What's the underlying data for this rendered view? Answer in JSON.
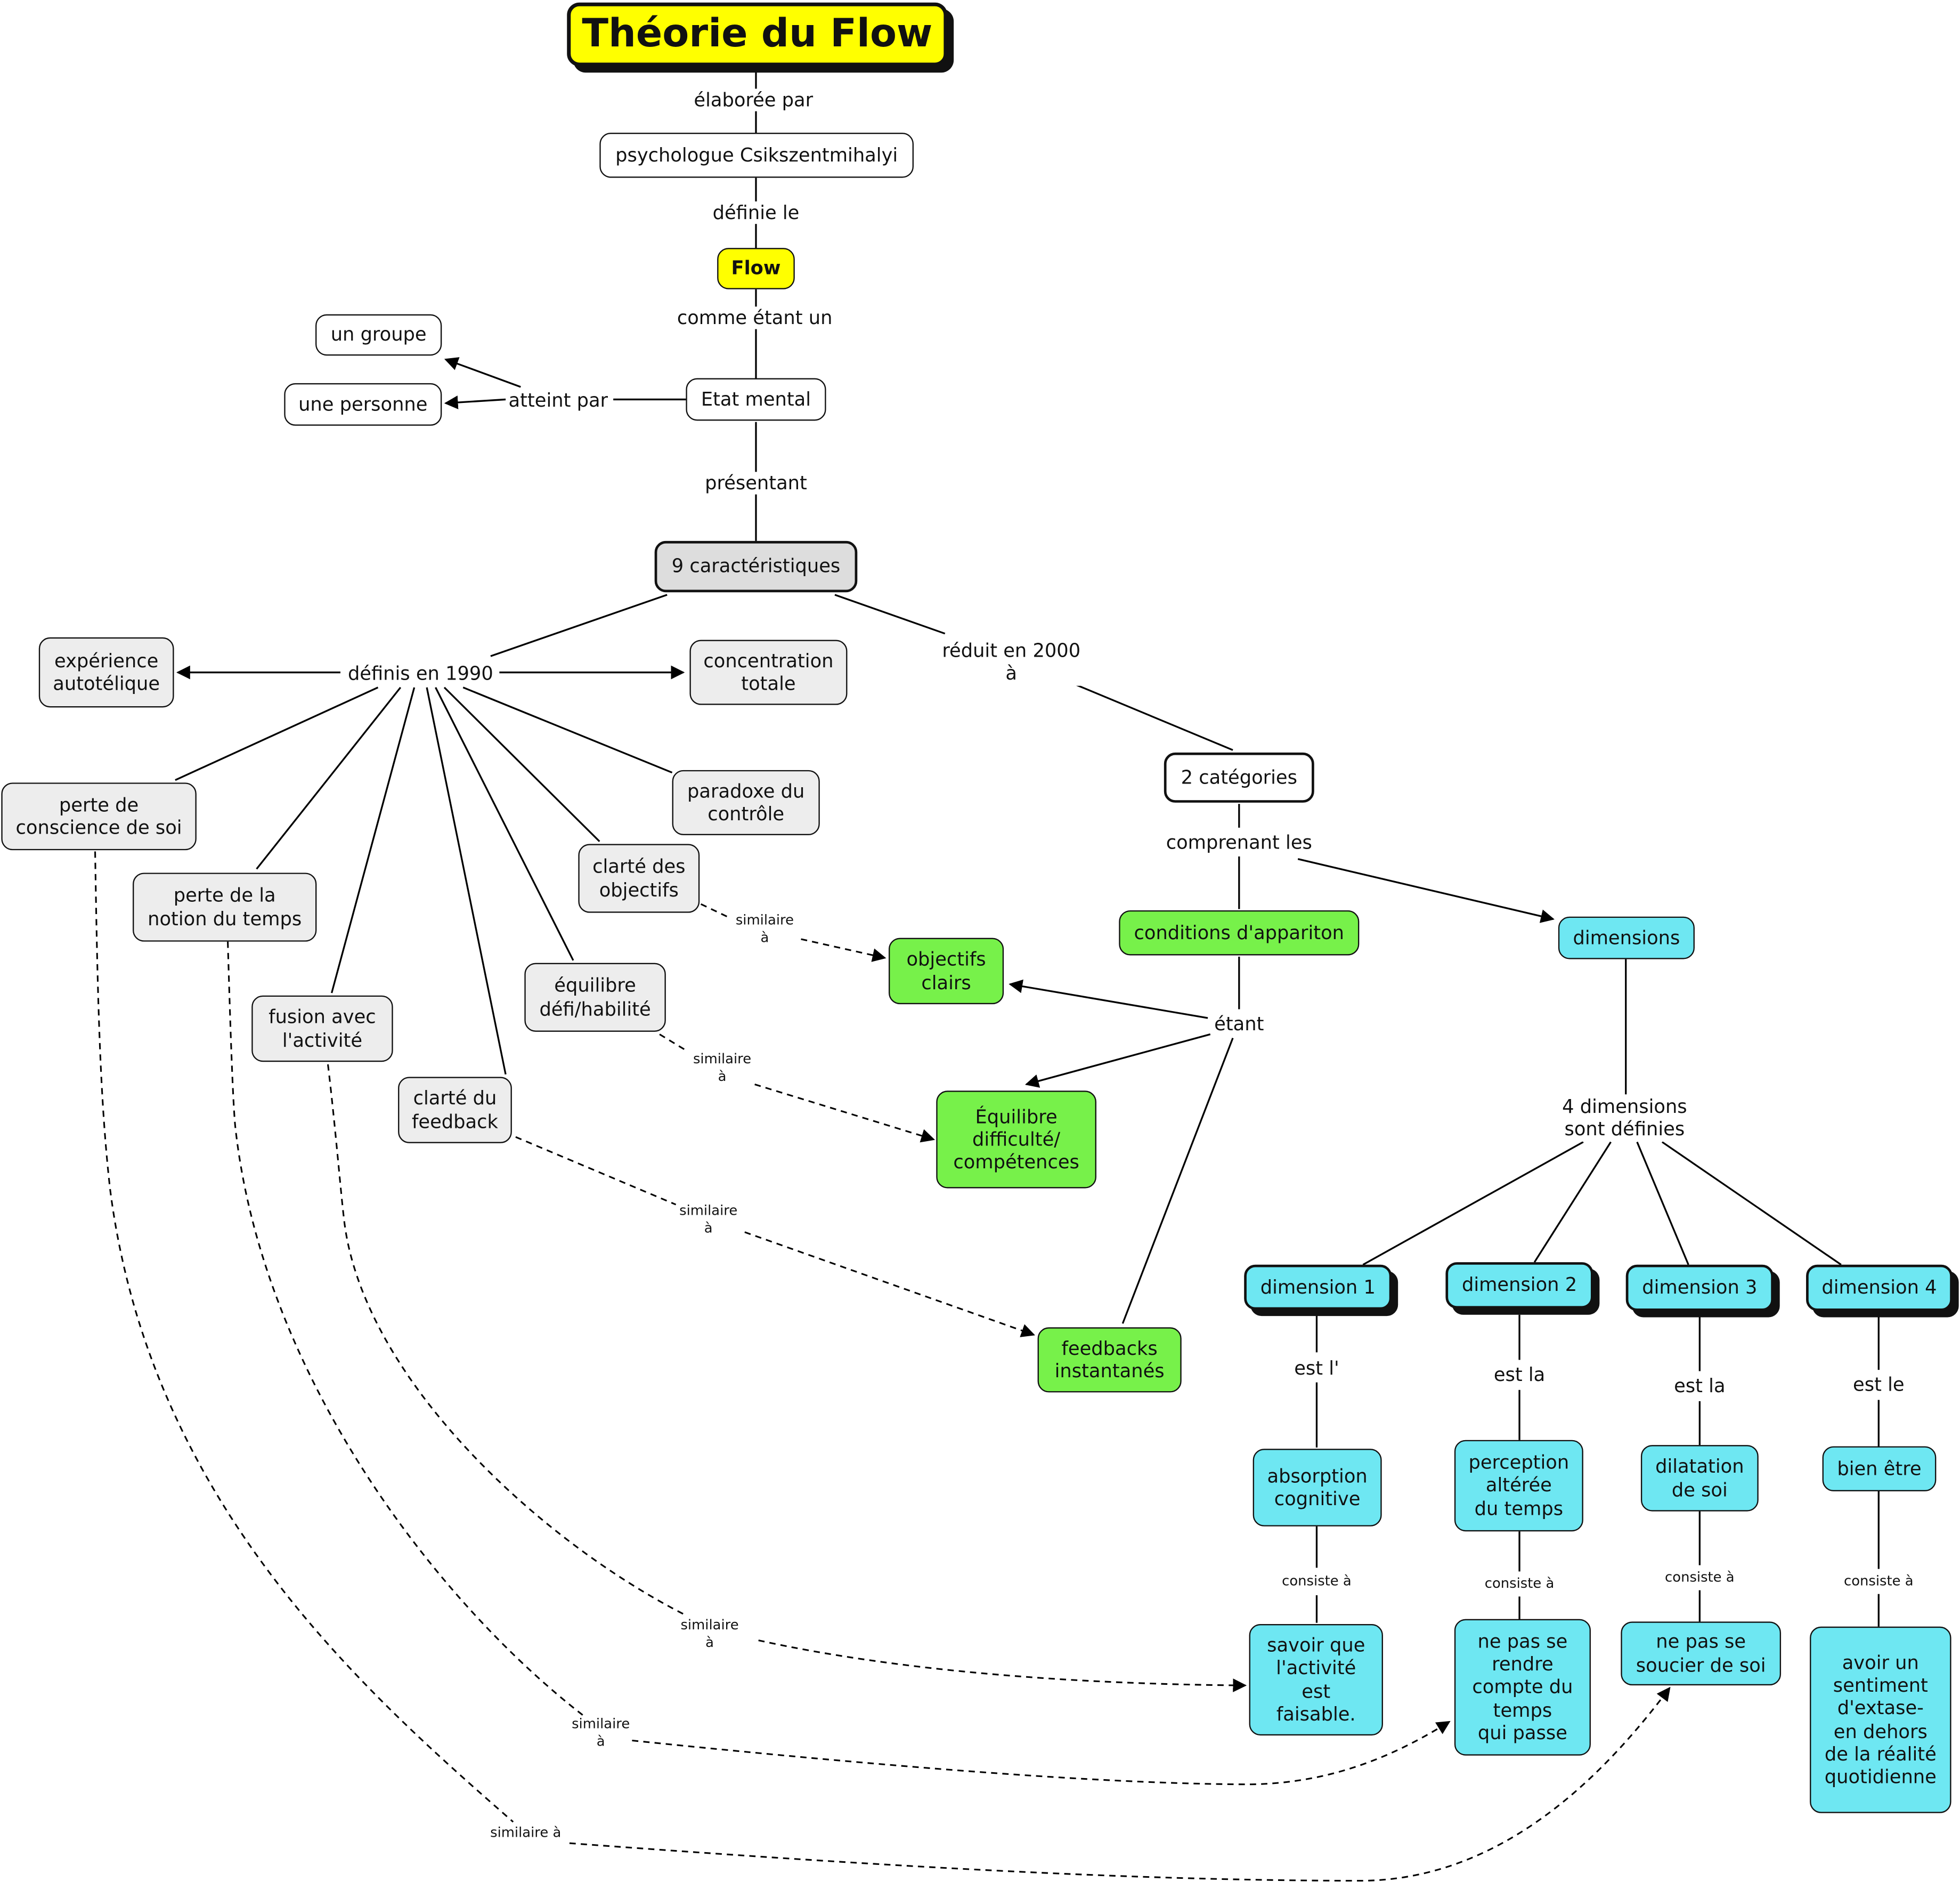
{
  "diagram": {
    "title": "Théorie du Flow",
    "nodes": {
      "psychologue": "psychologue Csikszentmihalyi",
      "flow": "Flow",
      "etat_mental": "Etat mental",
      "un_groupe": "un groupe",
      "une_personne": "une personne",
      "caracteristiques": "9 caractéristiques",
      "experience": "expérience\nautotélique",
      "concentration": "concentration\ntotale",
      "perte_conscience": "perte de\nconscience de soi",
      "perte_temps": "perte de la\nnotion du temps",
      "fusion": "fusion avec\nl'activité",
      "clarte_feedback": "clarté du\nfeedback",
      "equilibre_defi": "équilibre\ndéfi/habilité",
      "clarte_objectifs": "clarté des\nobjectifs",
      "paradoxe": "paradoxe du\ncontrôle",
      "deux_categories": "2 catégories",
      "conditions": "conditions d'appariton",
      "dimensions": "dimensions",
      "objectifs_clairs": "objectifs\nclairs",
      "equilibre_difficulte": "Équilibre\ndifficulté/\ncompétences",
      "feedbacks": "feedbacks\ninstantanés",
      "dimension1": "dimension 1",
      "dimension2": "dimension 2",
      "dimension3": "dimension 3",
      "dimension4": "dimension 4",
      "absorption": "absorption\ncognitive",
      "perception": "perception\naltérée\ndu temps",
      "dilatation": "dilatation\nde soi",
      "bien_etre": "bien être",
      "savoir": "savoir que\nl'activité\nest\nfaisable.",
      "ne_pas_rendre": "ne pas se\nrendre\ncompte du\ntemps\nqui passe",
      "ne_pas_soucier": "ne pas se\nsoucier de soi",
      "sentiment": "avoir un\nsentiment\nd'extase-\nen dehors\nde la réalité\nquotidienne"
    },
    "links": {
      "elaboree_par": "élaborée par",
      "definie_le": "définie le",
      "comme_etant_un": "comme étant un",
      "atteint_par": "atteint par",
      "presentant": "présentant",
      "definis_1990": "définis en 1990",
      "reduit_2000": "réduit en 2000\nà",
      "comprenant": "comprenant les",
      "etant": "étant",
      "quatre_dimensions": "4 dimensions\nsont définies",
      "est_l": "est l'",
      "est_la_2": "est la",
      "est_la_3": "est la",
      "est_le": "est le",
      "consiste_1": "consiste à",
      "consiste_2": "consiste à",
      "consiste_3": "consiste à",
      "consiste_4": "consiste à",
      "sim_objectifs": "similaire\nà",
      "sim_equilibre": "similaire\nà",
      "sim_feedback": "similaire\nà",
      "sim_fusion": "similaire\nà",
      "sim_temps": "similaire\nà",
      "sim_conscience": "similaire à"
    }
  }
}
